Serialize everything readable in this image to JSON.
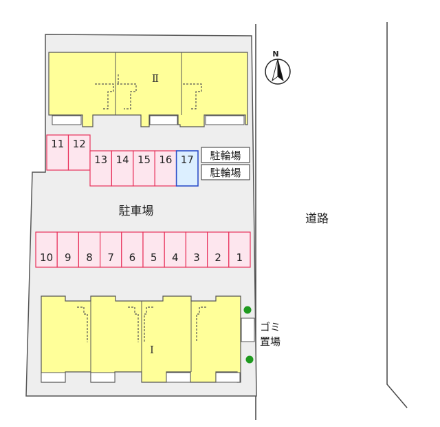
{
  "colors": {
    "lot": "#eeeeee",
    "building": "#ffff99",
    "building_outline": "#555555",
    "space_fill": "#fde6ee",
    "space_outline": "#e8305a",
    "space_17_fill": "#dcefff",
    "space_17_outline": "#2c4ec9",
    "trash_dot": "#1e9a1e"
  },
  "compass": {
    "label": "N"
  },
  "buildings": {
    "top": {
      "label": "Ⅱ"
    },
    "bottom": {
      "label": "Ⅰ"
    }
  },
  "parking": {
    "label": "駐車場",
    "bottom_row": [
      "10",
      "9",
      "8",
      "7",
      "6",
      "5",
      "4",
      "3",
      "2",
      "1"
    ],
    "upper_left": [
      "11",
      "12"
    ],
    "upper_right": [
      "13",
      "14",
      "15",
      "16",
      "17"
    ]
  },
  "bicycle": {
    "label_1": "駐輪場",
    "label_2": "駐輪場"
  },
  "road": {
    "label": "道路"
  },
  "trash": {
    "line_1": "ゴミ",
    "line_2": "置場"
  }
}
